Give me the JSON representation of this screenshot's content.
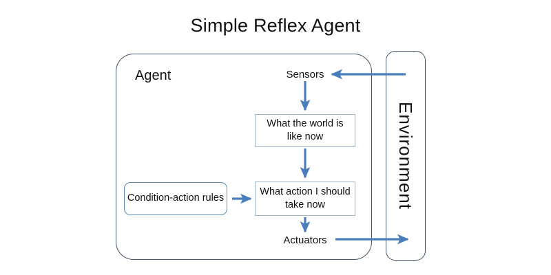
{
  "diagram": {
    "title": "Simple Reflex Agent",
    "agent_label": "Agent",
    "environment_label": "Environment",
    "sensors_label": "Sensors",
    "actuators_label": "Actuators",
    "boxes": [
      {
        "id": "world",
        "text": "What the world is like now"
      },
      {
        "id": "action",
        "text": "What action I should take now"
      },
      {
        "id": "rules",
        "text": "Condition-action rules"
      }
    ],
    "arrows": [
      {
        "name": "environment-to-sensors",
        "from": "Environment",
        "to": "Sensors",
        "direction": "left"
      },
      {
        "name": "sensors-to-world",
        "from": "Sensors",
        "to": "What the world is like now",
        "direction": "down"
      },
      {
        "name": "world-to-action",
        "from": "What the world is like now",
        "to": "What action I should take now",
        "direction": "down"
      },
      {
        "name": "rules-to-action",
        "from": "Condition-action rules",
        "to": "What action I should take now",
        "direction": "right"
      },
      {
        "name": "action-to-actuators",
        "from": "What action I should take now",
        "to": "Actuators",
        "direction": "down"
      },
      {
        "name": "actuators-to-environment",
        "from": "Actuators",
        "to": "Environment",
        "direction": "right"
      }
    ],
    "colors": {
      "arrow": "#4a7ebb",
      "container_border": "#44546a",
      "box_border": "#9fb6cd",
      "rules_border": "#5b8db8",
      "text": "#111111",
      "background": "#ffffff"
    }
  }
}
